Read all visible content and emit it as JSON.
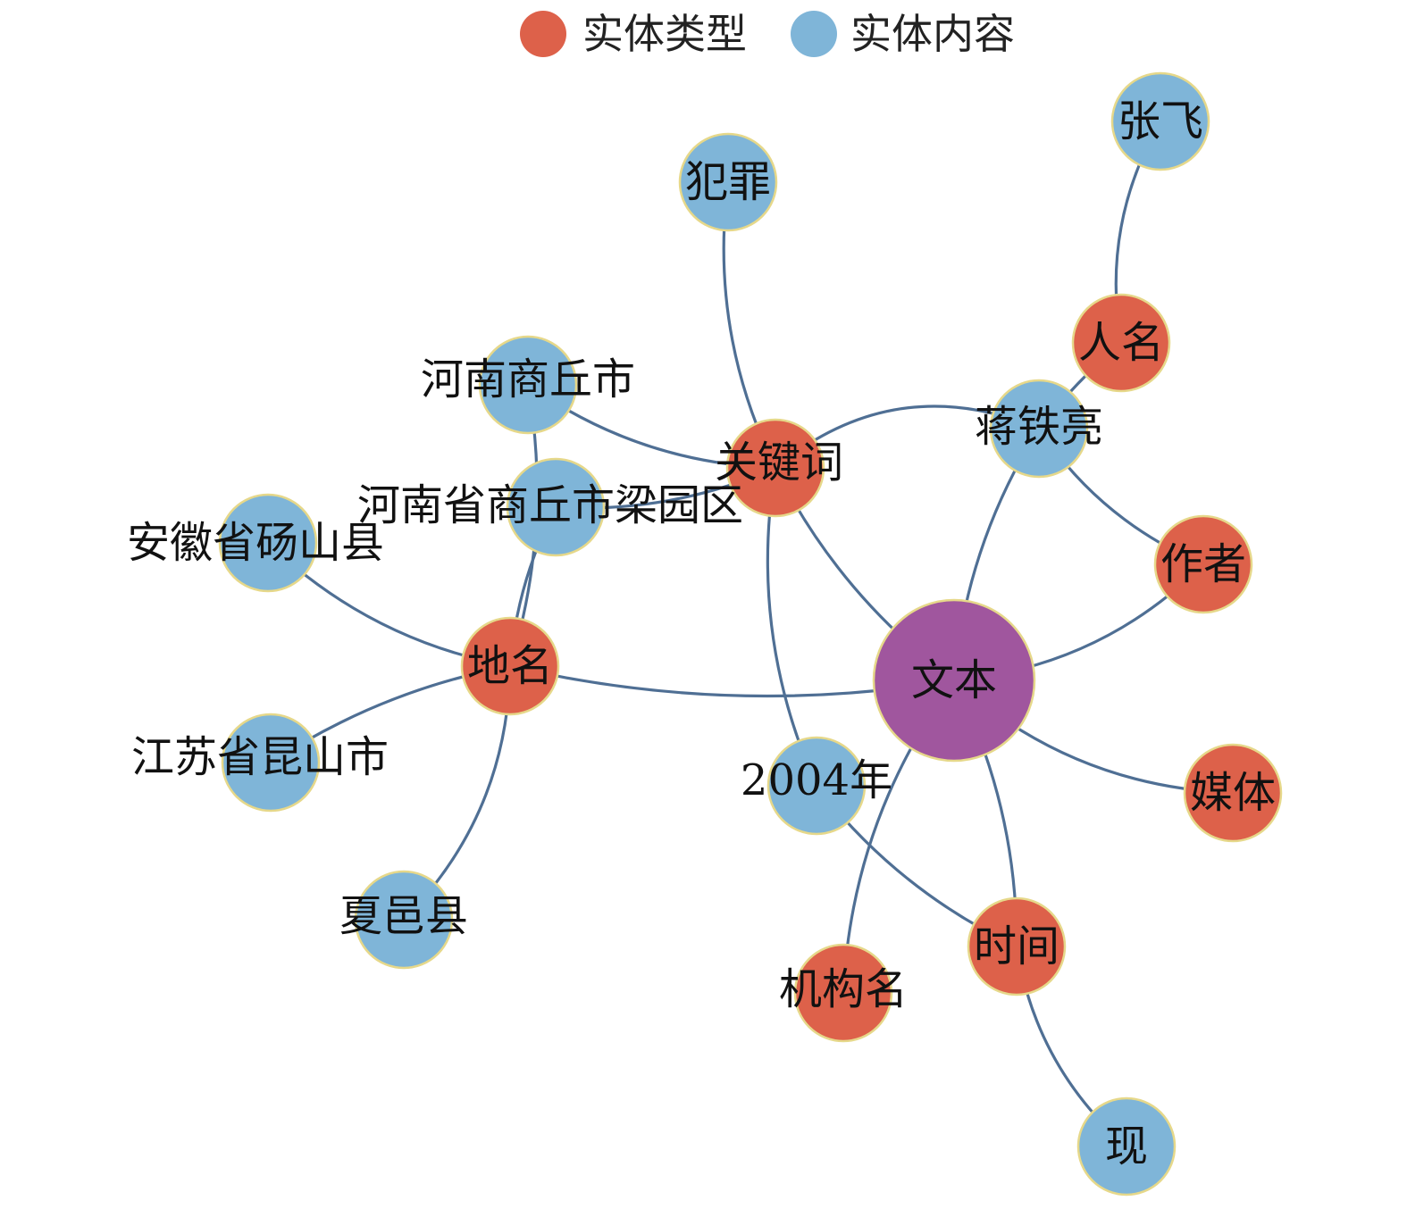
{
  "legend": [
    {
      "label": "实体类型",
      "color": "#dd614a"
    },
    {
      "label": "实体内容",
      "color": "#7fb5d8"
    }
  ],
  "colors": {
    "type": "#dd614a",
    "content": "#7fb5d8",
    "root": "#a0569e",
    "edge": "#4f6f94"
  },
  "nodes": {
    "wenben": {
      "label": "文本",
      "kind": "root"
    },
    "zuozhe": {
      "label": "作者",
      "kind": "type"
    },
    "meiti": {
      "label": "媒体",
      "kind": "type"
    },
    "shijian": {
      "label": "时间",
      "kind": "type"
    },
    "jigouming": {
      "label": "机构名",
      "kind": "type"
    },
    "diming": {
      "label": "地名",
      "kind": "type"
    },
    "guanjianci": {
      "label": "关键词",
      "kind": "type"
    },
    "renming": {
      "label": "人名",
      "kind": "type"
    },
    "zhangfei": {
      "label": "张飞",
      "kind": "content"
    },
    "fanzui": {
      "label": "犯罪",
      "kind": "content"
    },
    "jiangtieliang": {
      "label": "蒋铁亮",
      "kind": "content"
    },
    "henanshangqiu": {
      "label": "河南商丘市",
      "kind": "content"
    },
    "liangyuan": {
      "label": "河南省商丘市梁园区",
      "kind": "content"
    },
    "dangshan": {
      "label": "安徽省砀山县",
      "kind": "content"
    },
    "kunshan": {
      "label": "江苏省昆山市",
      "kind": "content"
    },
    "xiayi": {
      "label": "夏邑县",
      "kind": "content"
    },
    "y2004": {
      "label": "2004年",
      "kind": "content"
    },
    "xian": {
      "label": "现",
      "kind": "content"
    }
  },
  "edges": [
    [
      "wenben",
      "zuozhe"
    ],
    [
      "wenben",
      "meiti"
    ],
    [
      "wenben",
      "shijian"
    ],
    [
      "wenben",
      "jigouming"
    ],
    [
      "wenben",
      "diming"
    ],
    [
      "wenben",
      "guanjianci"
    ],
    [
      "wenben",
      "jiangtieliang"
    ],
    [
      "zuozhe",
      "jiangtieliang"
    ],
    [
      "renming",
      "jiangtieliang"
    ],
    [
      "renming",
      "zhangfei"
    ],
    [
      "guanjianci",
      "fanzui"
    ],
    [
      "guanjianci",
      "jiangtieliang"
    ],
    [
      "guanjianci",
      "henanshangqiu"
    ],
    [
      "guanjianci",
      "liangyuan"
    ],
    [
      "guanjianci",
      "y2004"
    ],
    [
      "diming",
      "henanshangqiu"
    ],
    [
      "diming",
      "liangyuan"
    ],
    [
      "diming",
      "dangshan"
    ],
    [
      "diming",
      "kunshan"
    ],
    [
      "diming",
      "xiayi"
    ],
    [
      "shijian",
      "y2004"
    ],
    [
      "shijian",
      "xian"
    ]
  ]
}
